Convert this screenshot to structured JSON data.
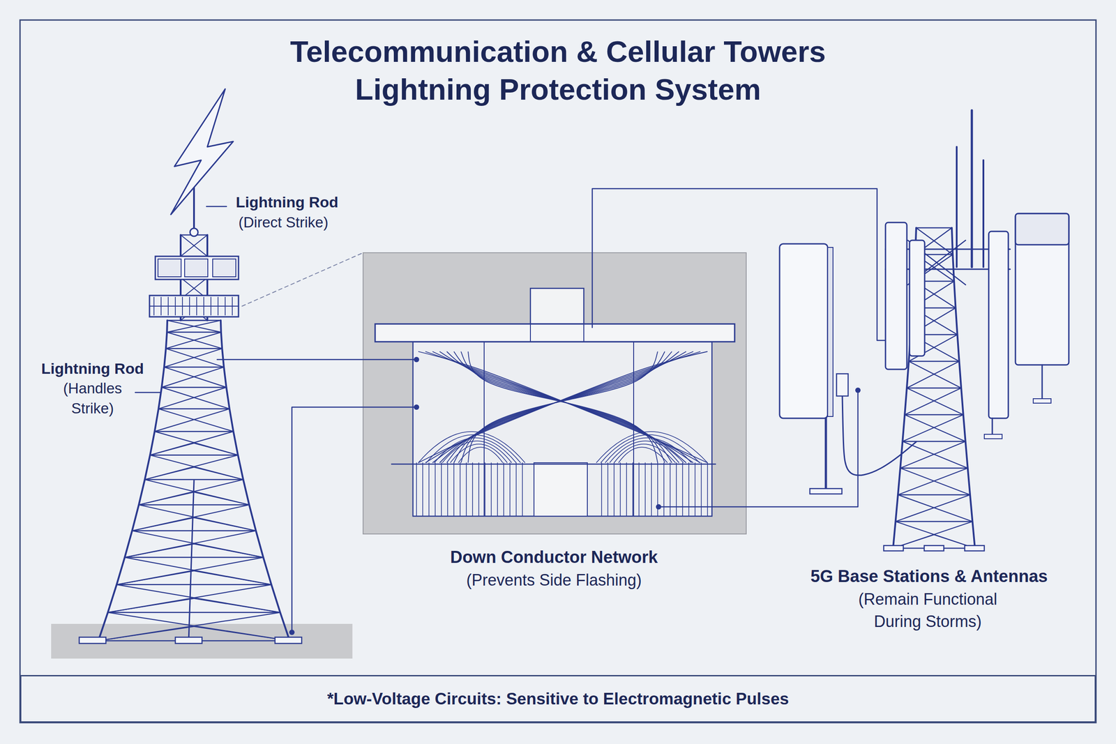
{
  "diagram": {
    "title": "Telecommunication & Cellular Towers Lightning Protection System",
    "nodes": [
      {
        "text": [
          "*Low-Voltage Circuits: Sensitive to Electromagnetic Pulses"
        ]
      }
    ],
    "labels": [
      "Lightning Rod",
      "(Direct Strike)",
      "Lightning Rod",
      "(Handles Strike)",
      "Down Conductor Network",
      "(Prevents Side Flashing)",
      "5G Base Stations & Antennas",
      "(Remain Functional During Storms)"
    ]
  }
}
